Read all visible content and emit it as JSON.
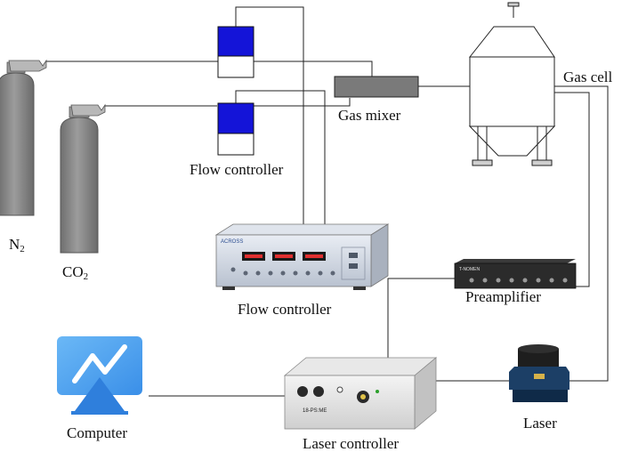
{
  "labels": {
    "n2": "N",
    "n2_sub": "2",
    "co2": "CO",
    "co2_sub": "2",
    "gas_mixer": "Gas mixer",
    "gas_cell": "Gas cell",
    "flow_controller_upper": "Flow controller",
    "flow_controller_lower": "Flow controller",
    "preamplifier": "Preamplifier",
    "computer": "Computer",
    "laser_controller": "Laser controller",
    "laser": "Laser"
  },
  "device_text": {
    "flow_unit_brand": "ACROSS",
    "preamp_brand": "T-NOMEN",
    "laser_ctrl_model": "18-PS:ME"
  },
  "colors": {
    "cylinder_gray": "#8a8a8a",
    "valve_blue": "#1414d8",
    "mixer_gray": "#7a7a7a",
    "computer_blue": "#4aa3f0",
    "laser_navy": "#1c3f66",
    "wire": "#222222"
  }
}
